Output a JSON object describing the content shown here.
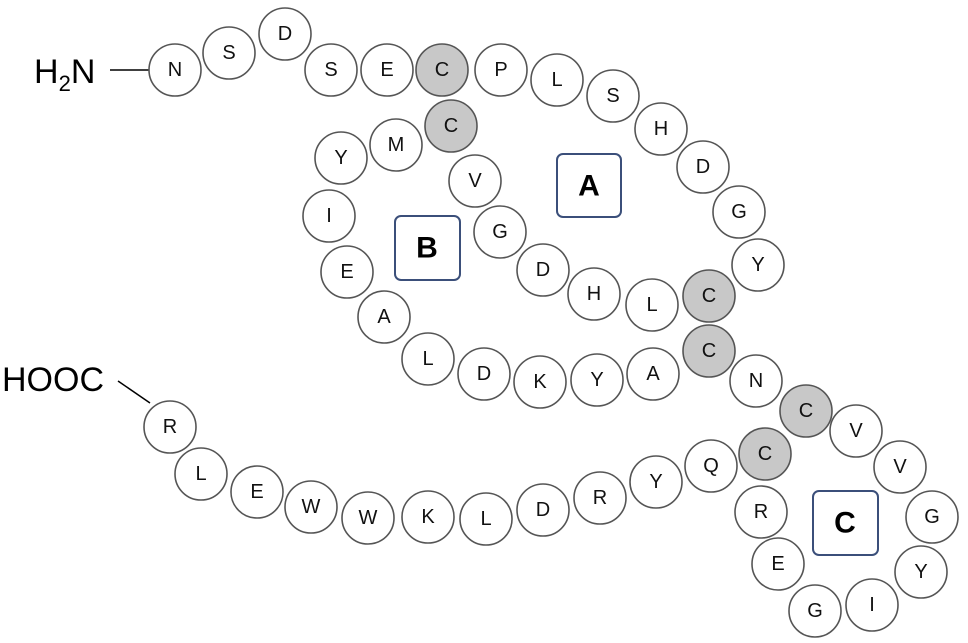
{
  "n_terminus": {
    "prefix": "H",
    "subscript": "2",
    "suffix": "N"
  },
  "c_terminus": {
    "label": "HOOC"
  },
  "sequence": [
    {
      "letter": "N",
      "cys": false
    },
    {
      "letter": "S",
      "cys": false
    },
    {
      "letter": "D",
      "cys": false
    },
    {
      "letter": "S",
      "cys": false
    },
    {
      "letter": "E",
      "cys": false
    },
    {
      "letter": "C",
      "cys": true
    },
    {
      "letter": "P",
      "cys": false
    },
    {
      "letter": "L",
      "cys": false
    },
    {
      "letter": "S",
      "cys": false
    },
    {
      "letter": "H",
      "cys": false
    },
    {
      "letter": "D",
      "cys": false
    },
    {
      "letter": "G",
      "cys": false
    },
    {
      "letter": "Y",
      "cys": false
    },
    {
      "letter": "C",
      "cys": true
    },
    {
      "letter": "L",
      "cys": false
    },
    {
      "letter": "H",
      "cys": false
    },
    {
      "letter": "D",
      "cys": false
    },
    {
      "letter": "G",
      "cys": false
    },
    {
      "letter": "V",
      "cys": false
    },
    {
      "letter": "C",
      "cys": true
    },
    {
      "letter": "M",
      "cys": false
    },
    {
      "letter": "Y",
      "cys": false
    },
    {
      "letter": "I",
      "cys": false
    },
    {
      "letter": "E",
      "cys": false
    },
    {
      "letter": "A",
      "cys": false
    },
    {
      "letter": "L",
      "cys": false
    },
    {
      "letter": "D",
      "cys": false
    },
    {
      "letter": "K",
      "cys": false
    },
    {
      "letter": "Y",
      "cys": false
    },
    {
      "letter": "A",
      "cys": false
    },
    {
      "letter": "C",
      "cys": true
    },
    {
      "letter": "N",
      "cys": false
    },
    {
      "letter": "C",
      "cys": true
    },
    {
      "letter": "V",
      "cys": false
    },
    {
      "letter": "V",
      "cys": false
    },
    {
      "letter": "G",
      "cys": false
    },
    {
      "letter": "Y",
      "cys": false
    },
    {
      "letter": "I",
      "cys": false
    },
    {
      "letter": "G",
      "cys": false
    },
    {
      "letter": "E",
      "cys": false
    },
    {
      "letter": "R",
      "cys": false
    },
    {
      "letter": "C",
      "cys": true
    },
    {
      "letter": "Q",
      "cys": false
    },
    {
      "letter": "Y",
      "cys": false
    },
    {
      "letter": "R",
      "cys": false
    },
    {
      "letter": "D",
      "cys": false
    },
    {
      "letter": "L",
      "cys": false
    },
    {
      "letter": "K",
      "cys": false
    },
    {
      "letter": "W",
      "cys": false
    },
    {
      "letter": "W",
      "cys": false
    },
    {
      "letter": "E",
      "cys": false
    },
    {
      "letter": "L",
      "cys": false
    },
    {
      "letter": "R",
      "cys": false
    }
  ],
  "loops": [
    {
      "label": "A"
    },
    {
      "label": "B"
    },
    {
      "label": "C"
    }
  ],
  "colors": {
    "cysteine_fill": "#c8c8c8",
    "residue_fill": "#ffffff",
    "box_border": "#3b4f7a"
  }
}
